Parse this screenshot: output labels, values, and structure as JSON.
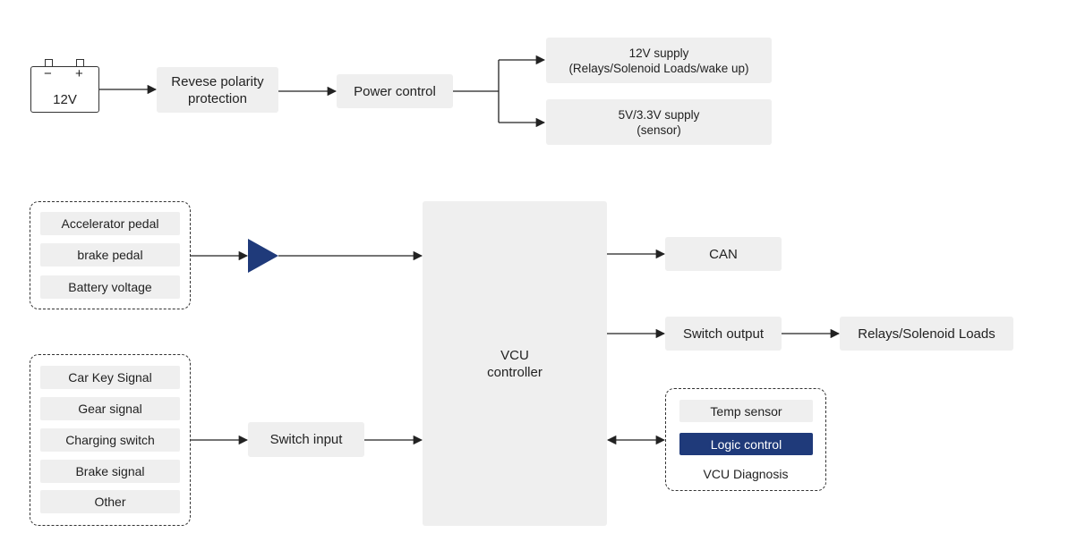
{
  "battery": {
    "label": "12V",
    "minus": "−",
    "plus": "+"
  },
  "power_chain": {
    "reverse_protection": [
      "Revese polarity",
      "protection"
    ],
    "power_control": "Power control",
    "supply_12v": [
      "12V supply",
      "(Relays/Solenoid Loads/wake up)"
    ],
    "supply_5v": [
      "5V/3.3V supply",
      "(sensor)"
    ]
  },
  "analog_inputs": [
    "Accelerator pedal",
    "brake pedal",
    "Battery voltage"
  ],
  "switch_signals": [
    "Car Key Signal",
    "Gear signal",
    "Charging switch",
    "Brake signal",
    "Other"
  ],
  "switch_input": "Switch input",
  "vcu": [
    "VCU",
    "controller"
  ],
  "outputs": {
    "can": "CAN",
    "switch_output": "Switch output",
    "relays": "Relays/Solenoid Loads"
  },
  "diagnosis": {
    "temp_sensor": "Temp sensor",
    "logic_control": "Logic control",
    "title": "VCU Diagnosis"
  },
  "colors": {
    "box_fill": "#efefef",
    "accent": "#1f3a7a",
    "line": "#222222"
  }
}
